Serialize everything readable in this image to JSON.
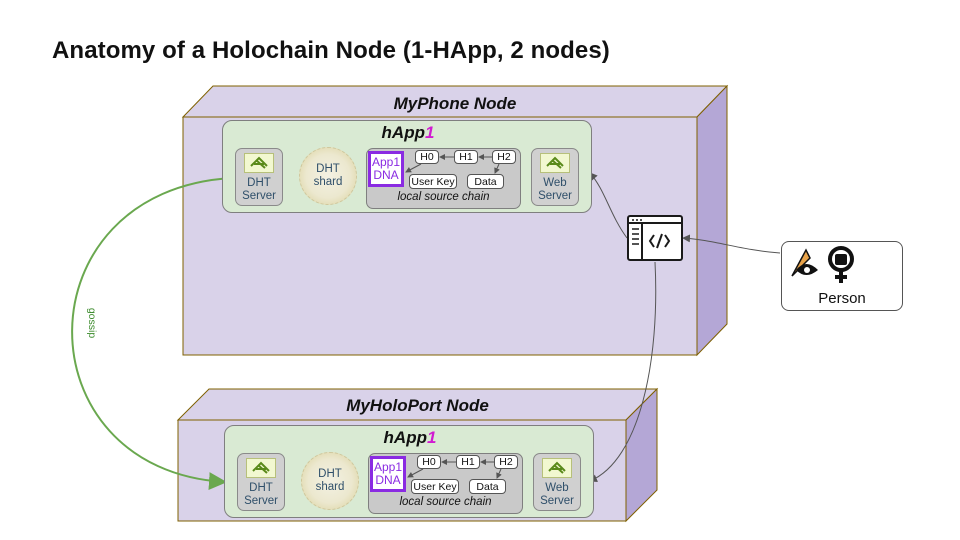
{
  "title": "Anatomy of a Holochain Node (1-HApp, 2 nodes)",
  "colors": {
    "node_face": "#d9d2e9",
    "node_side": "#b4a7d6",
    "happ_bg": "#d9ead3",
    "gossip": "#6aa84f",
    "dna": "#8a2be2",
    "happ_number": "#d11bd1"
  },
  "nodes": [
    {
      "name": "MyPhone Node",
      "happ": {
        "name": "hApp",
        "number": "1"
      },
      "dht_server": "DHT\nServer",
      "dht_shard": "DHT\nshard",
      "dna": "App1\nDNA",
      "headers": [
        "H0",
        "H1",
        "H2"
      ],
      "user_key": "User Key",
      "data": "Data",
      "chain_label": "local source chain",
      "web_server": "Web\nServer"
    },
    {
      "name": "MyHoloPort Node",
      "happ": {
        "name": "hApp",
        "number": "1"
      },
      "dht_server": "DHT\nServer",
      "dht_shard": "DHT\nshard",
      "dna": "App1\nDNA",
      "headers": [
        "H0",
        "H1",
        "H2"
      ],
      "user_key": "User Key",
      "data": "Data",
      "chain_label": "local source chain",
      "web_server": "Web\nServer"
    }
  ],
  "gossip_label": "gossip",
  "person_label": "Person",
  "icons": {
    "ui": "code-window-icon",
    "eye": "eye-icon",
    "person": "fist-symbol-icon",
    "logo": "holochain-logo-icon"
  }
}
